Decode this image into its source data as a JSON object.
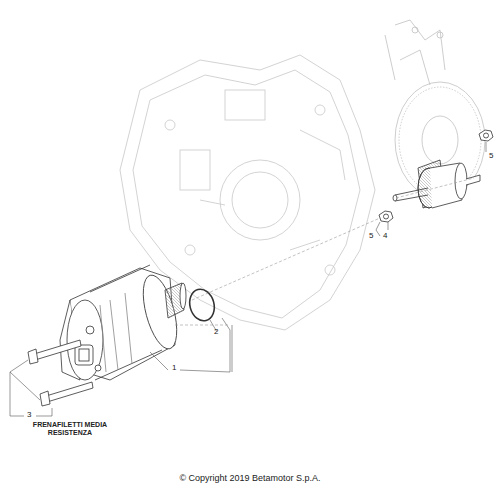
{
  "diagram": {
    "labels": [
      "5",
      "5",
      "4",
      "2",
      "1",
      "3",
      "FRENAFILETTI MEDIA RESISTENZA",
      "© Copyright 2019 Betamotor S.p.A."
    ]
  }
}
